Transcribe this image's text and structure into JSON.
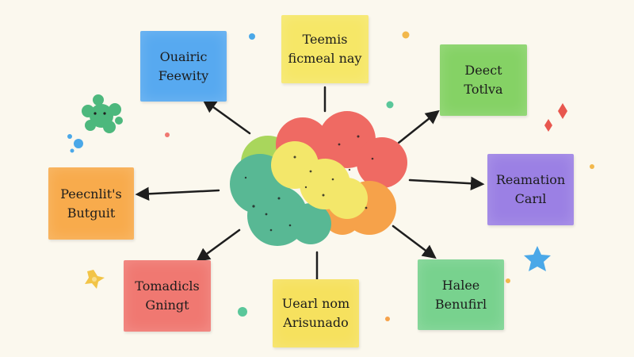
{
  "nodes": {
    "top_left": {
      "line1": "Ouairic",
      "line2": "Feewity"
    },
    "top_center": {
      "line1": "Teemis",
      "line2": "ficmeal nay"
    },
    "top_right": {
      "line1": "Deect",
      "line2": "Totlva"
    },
    "mid_right": {
      "line1": "Reamation",
      "line2": "Carıl"
    },
    "mid_left": {
      "line1": "Peecnlit's",
      "line2": "Butguit"
    },
    "bottom_left": {
      "line1": "Tomadicls",
      "line2": "Gningt"
    },
    "bottom_center": {
      "line1": "Uearl nom",
      "line2": "Arisunado"
    },
    "bottom_right": {
      "line1": "Halee",
      "line2": "Benufirl"
    }
  },
  "colors": {
    "background": "#fbf8ee",
    "arrow": "#1e1e1e",
    "cloud_green": "#58b894",
    "cloud_yellow": "#f3e76a",
    "cloud_red": "#ef6a63",
    "cloud_orange": "#f6a24a",
    "cloud_lime": "#a9d65c"
  },
  "icons": [
    "center-cloud-icon",
    "splat-icon",
    "sparkle-icon",
    "star-icon",
    "flower-icon",
    "dot-icon"
  ]
}
